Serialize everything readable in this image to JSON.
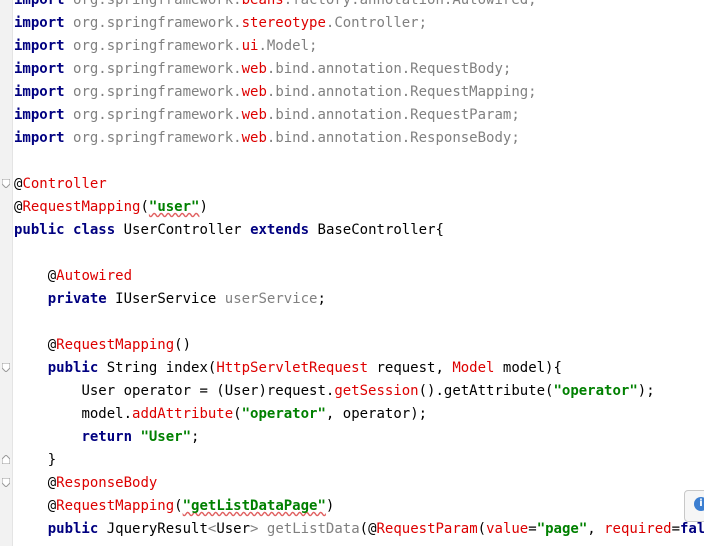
{
  "editor": {
    "imports": {
      "l0": {
        "kw": "import",
        "pkg1": "org.springframework.",
        "hl": "beans",
        "pkg2": ".factory.annotation.Autowired;"
      },
      "l1": {
        "kw": "import",
        "pkg1": "org.springframework.",
        "hl": "stereotype",
        "pkg2": ".Controller;"
      },
      "l2": {
        "kw": "import",
        "pkg1": "org.springframework.",
        "hl": "ui",
        "pkg2": ".Model;"
      },
      "l3": {
        "kw": "import",
        "pkg1": "org.springframework.",
        "hl": "web",
        "pkg2": ".bind.annotation.RequestBody;"
      },
      "l4": {
        "kw": "import",
        "pkg1": "org.springframework.",
        "hl": "web",
        "pkg2": ".bind.annotation.RequestMapping;"
      },
      "l5": {
        "kw": "import",
        "pkg1": "org.springframework.",
        "hl": "web",
        "pkg2": ".bind.annotation.RequestParam;"
      },
      "l6": {
        "kw": "import",
        "pkg1": "org.springframework.",
        "hl": "web",
        "pkg2": ".bind.annotation.ResponseBody;"
      }
    },
    "class_ann1": {
      "at": "@",
      "name": "Controller"
    },
    "class_ann2": {
      "at": "@",
      "name": "RequestMapping",
      "open": "(",
      "str": "\"user\"",
      "close": ")"
    },
    "class_decl": {
      "kw1": "public",
      "kw2": "class",
      "name": "UserController",
      "kw3": "extends",
      "base": "BaseController{"
    },
    "field_ann": {
      "at": "@",
      "name": "Autowired"
    },
    "field_decl": {
      "kw": "private",
      "type": "IUserService",
      "name": "userService",
      "end": ";"
    },
    "m1_ann": {
      "at": "@",
      "name": "RequestMapping",
      "rest": "()"
    },
    "m1_sig": {
      "kw": "public",
      "p1": "String index(",
      "t1": "HttpServletRequest",
      "p2": " request, ",
      "t2": "Model",
      "p3": " model){"
    },
    "m1_l1": {
      "p1": "User operator = (User)request.",
      "call": "getSession",
      "p2": "().getAttribute(",
      "str": "\"operator\"",
      "p3": ");"
    },
    "m1_l2": {
      "p1": "model.",
      "call": "addAttribute",
      "p2": "(",
      "str": "\"operator\"",
      "p3": ", operator);"
    },
    "m1_l3": {
      "kw": "return",
      "str": "\"User\"",
      "end": ";"
    },
    "m1_close": "}",
    "m2_ann1": {
      "at": "@",
      "name": "ResponseBody"
    },
    "m2_ann2": {
      "at": "@",
      "name": "RequestMapping",
      "open": "(",
      "str": "\"getListDataPage\"",
      "close": ")"
    },
    "m2_sig": {
      "kw": "public",
      "p1": "JqueryResult",
      "lt": "<",
      "gen": "User",
      "gt": ">",
      "sp": " ",
      "name": "getListData",
      "p2": "(@",
      "ann": "RequestParam",
      "p3": "(",
      "a1": "value",
      "eq": "=",
      "str": "\"page\"",
      "p4": ", ",
      "a2": "required",
      "eq2": "=",
      "kw2": "fal"
    }
  },
  "colors": {
    "keyword": "#000080",
    "package": "#808080",
    "spring_red": "#dd0000",
    "annotation": "#808000",
    "string": "#008000",
    "field": "#660e7a"
  },
  "icons": {
    "fold": "fold-marker-icon",
    "info": "info-bulb-icon"
  }
}
